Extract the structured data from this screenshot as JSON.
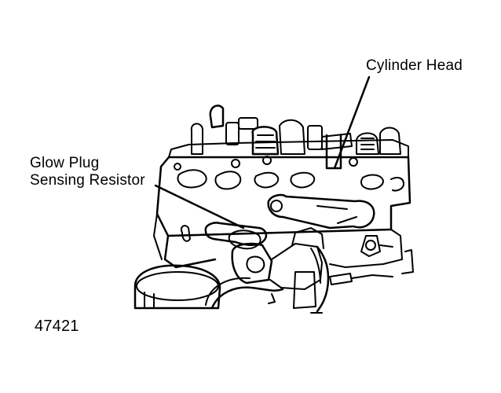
{
  "labels": {
    "cylinder_head": "Cylinder Head",
    "glow_plug_line1": "Glow Plug",
    "glow_plug_line2": "Sensing Resistor",
    "figure_number": "47421"
  },
  "colors": {
    "ink": "#000000",
    "paper": "#ffffff"
  }
}
